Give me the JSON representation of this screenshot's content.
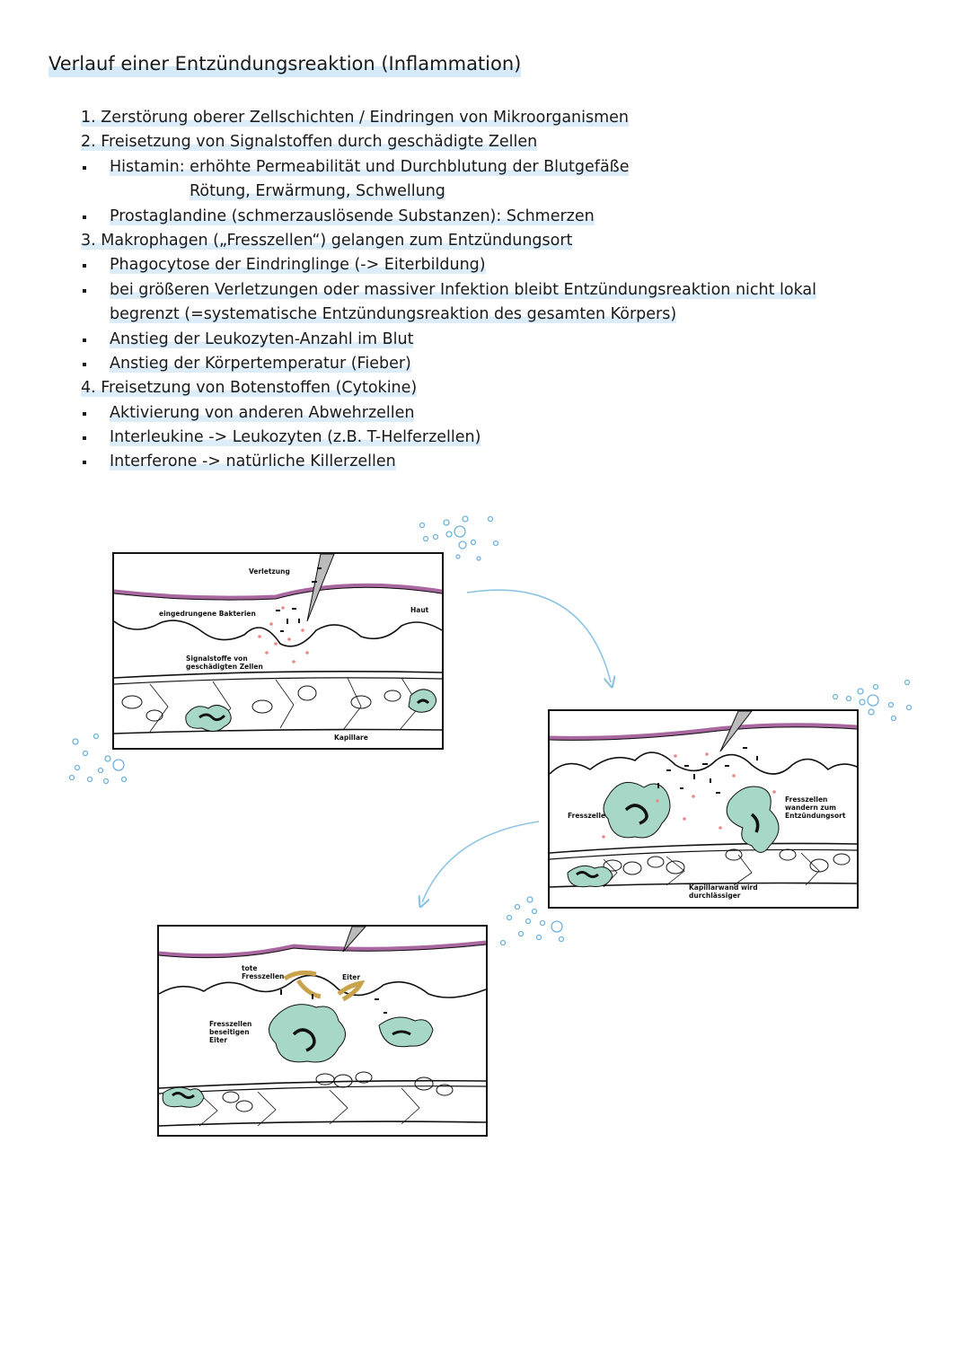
{
  "title": "Verlauf einer Entzündungsreaktion (Inflammation)",
  "notes": [
    {
      "kind": "num",
      "text": "1. Zerstörung oberer Zellschichten / Eindringen von Mikroorganismen"
    },
    {
      "kind": "num",
      "text": "2. Freisetzung von Signalstoffen durch geschädigte Zellen"
    },
    {
      "kind": "bullet",
      "text": "Histamin: erhöhte Permeabilität und Durchblutung der Blutgefäße"
    },
    {
      "kind": "indent",
      "text": "Rötung, Erwärmung, Schwellung"
    },
    {
      "kind": "bullet",
      "text": "Prostaglandine (schmerzauslösende Substanzen): Schmerzen"
    },
    {
      "kind": "num",
      "text": "3. Makrophagen („Fresszellen“) gelangen zum Entzündungsort"
    },
    {
      "kind": "bullet",
      "text": "Phagocytose der Eindringlinge (-> Eiterbildung)"
    },
    {
      "kind": "bullet",
      "text": "bei größeren Verletzungen oder massiver Infektion bleibt Entzündungsreaktion nicht lokal"
    },
    {
      "kind": "cont",
      "text": "begrenzt (=systematische Entzündungsreaktion des gesamten Körpers)"
    },
    {
      "kind": "bullet",
      "text": "Anstieg der Leukozyten-Anzahl im Blut"
    },
    {
      "kind": "bullet",
      "text": "Anstieg der Körpertemperatur (Fieber)"
    },
    {
      "kind": "num",
      "text": "4. Freisetzung von Botenstoffen (Cytokine)"
    },
    {
      "kind": "bullet",
      "text": "Aktivierung von anderen Abwehrzellen"
    },
    {
      "kind": "bullet",
      "text": "Interleukine -> Leukozyten (z.B. T-Helferzellen)"
    },
    {
      "kind": "bullet",
      "text": "Interferone -> natürliche Killerzellen"
    }
  ],
  "figure1": {
    "verletzung": "Verletzung",
    "haut": "Haut",
    "bakterien": "eingedrungene Bakterien",
    "signalstoffe": "Signalstoffe von\ngeschädigten Zellen",
    "kapillare": "Kapillare"
  },
  "figure2": {
    "fresszelle": "Fresszelle",
    "fresszellen_wandern": "Fresszellen\nwandern zum\nEntzündungsort",
    "kapillarwand": "Kapillarwand wird\ndurchlässiger"
  },
  "figure3": {
    "tote_fresszellen": "tote\nFresszellen",
    "eiter": "Eiter",
    "fresszellen_beseitigen": "Fresszellen\nbeseitigen\nEiter"
  },
  "colors": {
    "skin": "#a9679f",
    "macrophage": "#a7d8c7",
    "arrow": "#8cc4e4",
    "bubble": "#6fb3dc",
    "signal": "#e88a8a",
    "pus": "#e8c88a"
  }
}
